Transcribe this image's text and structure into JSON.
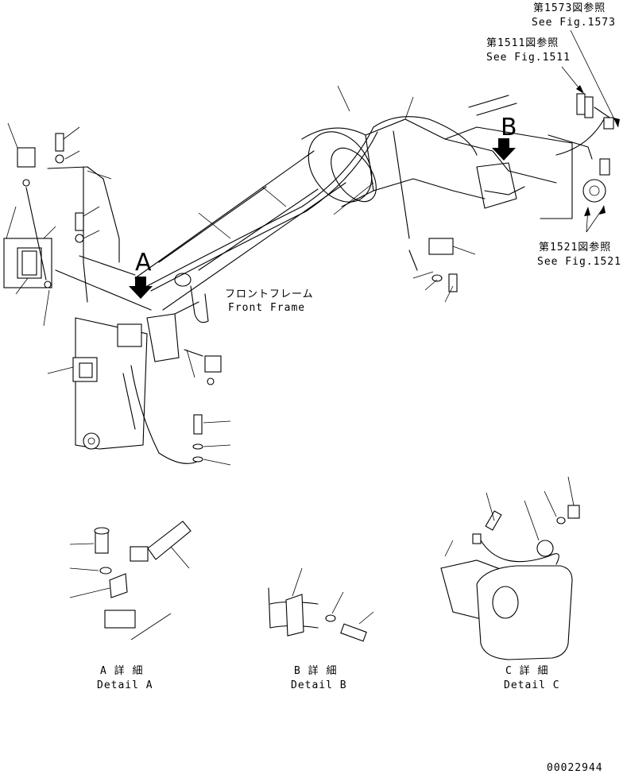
{
  "references": {
    "fig1573_jp": "第1573図参照",
    "fig1573_en": "See Fig.1573",
    "fig1511_jp": "第1511図参照",
    "fig1511_en": "See Fig.1511",
    "fig1521_jp": "第1521図参照",
    "fig1521_en": "See Fig.1521"
  },
  "frame_label": {
    "jp": "フロントフレーム",
    "en": "Front Frame"
  },
  "view_markers": {
    "a": "A",
    "b": "B"
  },
  "details": {
    "a_jp": "A 詳 細",
    "a_en": "Detail A",
    "b_jp": "B 詳 細",
    "b_en": "Detail B",
    "c_jp": "C 詳 細",
    "c_en": "Detail C"
  },
  "drawing_number": "00022944"
}
